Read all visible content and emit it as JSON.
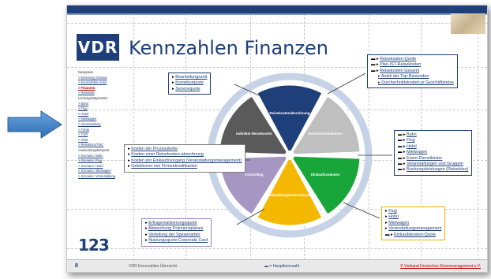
{
  "slide": {
    "logo_text": "VDR",
    "title": "Kennzahlen Finanzen",
    "page_number": "8",
    "footer_title": "VDR Kennzahlen Übersicht",
    "footer_legend": "= Hauptkennzahl",
    "footer_copyright": "© Verband Deutsches Reisemanagement e.V.",
    "number_logo": "123"
  },
  "nav": {
    "items": [
      {
        "label": "Navigation",
        "active": false,
        "header": true
      },
      {
        "label": "> Einleitung Glossar",
        "active": false
      },
      {
        "label": "> Kennzahlen-Arten",
        "active": false
      },
      {
        "label": "> Finanzen",
        "active": true
      },
      {
        "label": "> Reisende",
        "active": false
      },
      {
        "label": "Leistungsträgerarten",
        "active": false,
        "header": true
      },
      {
        "label": "> Bahn",
        "active": false
      },
      {
        "label": "> Flug",
        "active": false
      },
      {
        "label": "> Hotel",
        "active": false
      },
      {
        "label": "> Mietwagen",
        "active": false
      },
      {
        "label": "> Veranstaltung",
        "active": false
      },
      {
        "label": "> Fonte",
        "active": false
      },
      {
        "label": "> CSR",
        "active": false
      },
      {
        "label": "> GDS",
        "active": false
      },
      {
        "label": "> Reisebüro/TMC",
        "active": false
      },
      {
        "label": "Anwendungsbeispiele",
        "active": false,
        "header": true
      },
      {
        "label": "> Szenario: Bahn",
        "active": false
      },
      {
        "label": "> Szenario: Flug",
        "active": false
      },
      {
        "label": "> Szenario: Hotel",
        "active": false
      },
      {
        "label": "> Szenario: Mietwagen",
        "active": false
      },
      {
        "label": "> Szenario: Veranstaltung",
        "active": false
      }
    ]
  },
  "wheel": {
    "segments": [
      {
        "label": "Reisekostenabrechnung",
        "color": "#1f3f7a"
      },
      {
        "label": "Durchschnittskosten",
        "color": "#bfbfbf"
      },
      {
        "label": "Einkaufsvolumen",
        "color": "#18a63a"
      },
      {
        "label": "Einkaufsergebnisrechnung",
        "color": "#f5b800"
      },
      {
        "label": "Controlling",
        "color": "#a597c2"
      },
      {
        "label": "Indirekte Reisekosten",
        "color": "#5a5a5a"
      }
    ]
  },
  "boxes": {
    "reisekosten_abrechnung": [
      "Bearbeitungszeit",
      "Korrekturquote",
      "Servicequote"
    ],
    "reisekosten": {
      "main": [
        "Reisekosten-Quote",
        "Plan-IST-Reisekosten",
        "Reisekosten Gesamt"
      ],
      "sub": [
        "Anteil der Top-Reisenden",
        "Durchschnittskosten je Geschäftsreise"
      ]
    },
    "einkaufsvolumen": [
      "Bahn",
      "Flug",
      "Hotel",
      "Mietwagen",
      "Event-Dienstleister",
      "Veranstaltungen und Gruppen",
      "Buchungsleistungen (Reisebüro)"
    ],
    "einkaufsergebnis": [
      "Flug",
      "Hotel",
      "Mietwagen",
      "Veranstaltungsmanagement",
      "Einkaufskosten-Quote"
    ],
    "controlling": [
      "Erfragsrealisierungsquote",
      "Abweichung Prämiensplanes",
      "Verteilung der Spesenarten",
      "Nutzungsquote Corporate Card"
    ],
    "indirekte": [
      "Kosten der Prozesskette",
      "Kosten einer Reisekosten-abrechnung",
      "Kosten pro Einkaufsvorgang (Veranstaltungsmanagement)",
      "Gebührenn von Firmenkreditkarten"
    ]
  },
  "colors": {
    "navy": "#1f3f7a",
    "arrow": "#4a86c8",
    "green": "#2e8b3a",
    "yellow": "#e8b400",
    "purple": "#9a86b8"
  }
}
